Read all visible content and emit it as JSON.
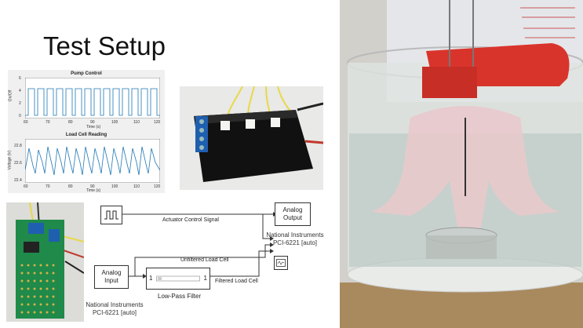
{
  "slide": {
    "title": "Test Setup"
  },
  "plots": {
    "pump": {
      "title": "Pump Control",
      "ylabel": "On/Off",
      "yticks": [
        "6",
        "4",
        "2",
        "0"
      ],
      "xticks": [
        "60",
        "70",
        "80",
        "90",
        "100",
        "110",
        "120"
      ],
      "xlabel": "Time (s)"
    },
    "load": {
      "title": "Load Cell Reading",
      "ylabel": "Voltage (V)",
      "yticks": [
        "22.8",
        "22.6",
        "22.4"
      ],
      "xticks": [
        "60",
        "70",
        "80",
        "90",
        "100",
        "110",
        "120"
      ],
      "xlabel": "Time (s)"
    }
  },
  "diagram": {
    "analog_input": "Analog\nInput",
    "analog_output": "Analog\nOutput",
    "lowpass_label": "Low-Pass Filter",
    "lowpass_port_in": "1",
    "lowpass_port_out": "1",
    "sig_actuator": "Actuator Control Signal",
    "sig_unfiltered": "Unfiltered Load Cell",
    "sig_filtered": "Filtered Load Cell",
    "ni_output_1": "National Instruments",
    "ni_output_2": "PCI-6221 [auto]",
    "ni_input_1": "National Instruments",
    "ni_input_2": "PCI-6221 [auto]"
  },
  "colors": {
    "plot_line": "#1f77b4",
    "tank_red": "#d9342b"
  }
}
